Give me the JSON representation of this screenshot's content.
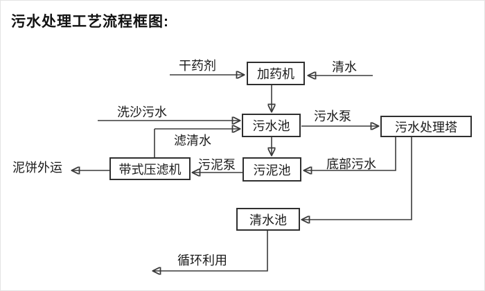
{
  "title": "污水处理工艺流程框图:",
  "diagram": {
    "type": "flowchart",
    "nodes": {
      "dosing_machine": "加药机",
      "sewage_pool": "污水池",
      "treatment_tower": "污水处理塔",
      "belt_filter_press": "带式压滤机",
      "sludge_pool": "污泥池",
      "clean_water_pool": "清水池"
    },
    "edge_labels": {
      "dry_chemical": "干药剂",
      "clean_water": "清水",
      "sand_washing_sewage": "洗沙污水",
      "sewage_pump": "污水泵",
      "filtered_water": "滤清水",
      "mud_cake_out": "泥饼外运",
      "sludge_pump": "污泥泵",
      "bottom_sewage": "底部污水",
      "recycle_use": "循环利用"
    },
    "edges": [
      {
        "from": "干药剂",
        "to": "加药机"
      },
      {
        "from": "清水",
        "to": "加药机"
      },
      {
        "from": "加药机",
        "to": "污水池"
      },
      {
        "from": "洗沙污水",
        "to": "污水池"
      },
      {
        "from": "带式压滤机",
        "to": "污水池",
        "label": "滤清水"
      },
      {
        "from": "污水池",
        "to": "污水处理塔",
        "label": "污水泵"
      },
      {
        "from": "污水池",
        "to": "污泥池"
      },
      {
        "from": "污水处理塔",
        "to": "污泥池",
        "label": "底部污水"
      },
      {
        "from": "污泥池",
        "to": "带式压滤机",
        "label": "污泥泵"
      },
      {
        "from": "带式压滤机",
        "to": "泥饼外运"
      },
      {
        "from": "污水处理塔",
        "to": "清水池"
      },
      {
        "from": "清水池",
        "to": "循环利用"
      }
    ],
    "colors": {
      "background": "#ffffff",
      "line": "#3a3a3a",
      "text": "#1a1a1a",
      "box_border": "#2f2f2f"
    }
  }
}
